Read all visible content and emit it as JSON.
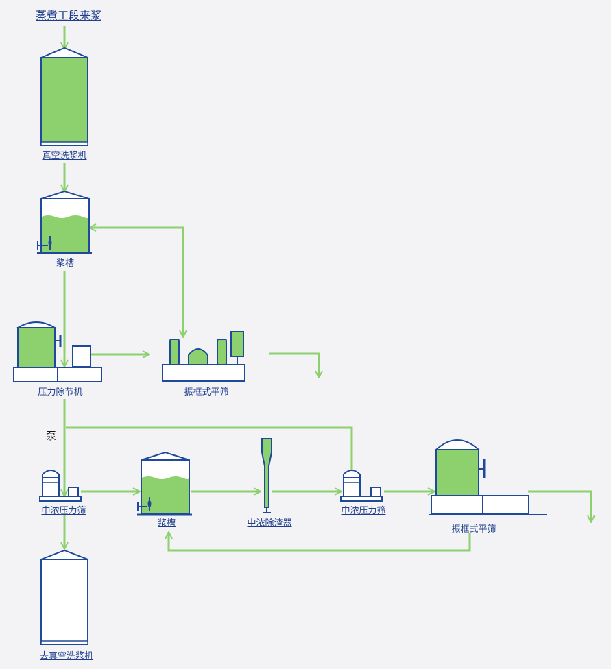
{
  "labels": {
    "source": "蒸煮工段来浆",
    "vacuum_washer": "真空洗浆机",
    "pulp_tank_1": "浆槽",
    "pressure_knotter": "压力除节机",
    "vibrating_screen_1": "振框式平筛",
    "pump": "泵",
    "mc_pressure_screen_1": "中浓压力筛",
    "pulp_tank_2": "浆槽",
    "mc_cleaner": "中浓除渣器",
    "mc_pressure_screen_2": "中浓压力筛",
    "vibrating_screen_2": "振框式平筛",
    "destination": "去真空洗浆机"
  },
  "colors": {
    "flow_line": "#8dd16f",
    "equipment_outline": "#1f4a9c",
    "liquid_fill": "#8dd16f",
    "label_text": "#1e3d8c",
    "background": "#f3f2f5"
  }
}
